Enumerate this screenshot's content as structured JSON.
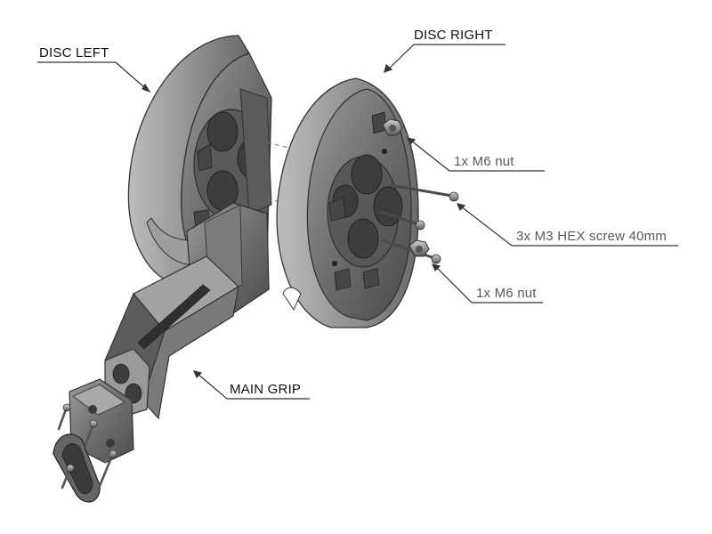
{
  "labels": {
    "disc_left": "DISC LEFT",
    "disc_right": "DISC RIGHT",
    "nut_top": "1x M6 nut",
    "screws": "3x M3 HEX screw 40mm",
    "nut_bottom": "1x M6 nut",
    "main_grip": "MAIN GRIP"
  },
  "colors": {
    "background": "#ffffff",
    "part_light": "#8a8a8a",
    "part_face": "#6f6f6f",
    "part_dark": "#3f3f3f",
    "label_dark": "#111111",
    "label_gray": "#5a5a5a"
  }
}
